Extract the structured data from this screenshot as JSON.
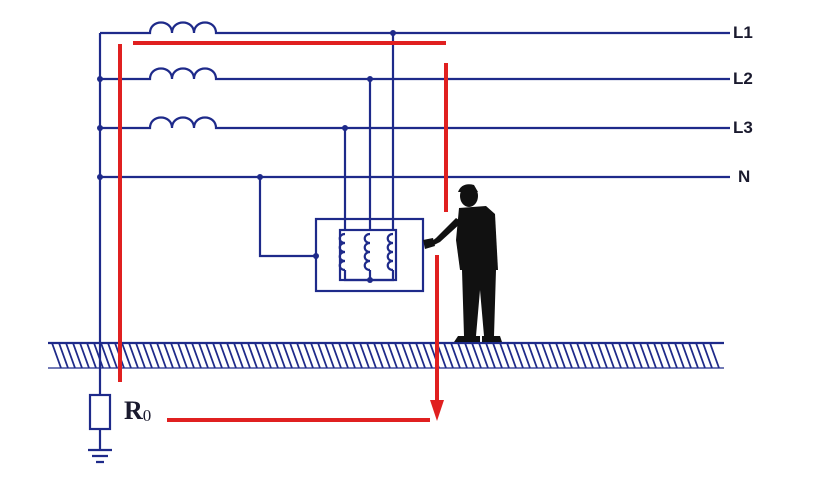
{
  "lines": {
    "l1": "L1",
    "l2": "L2",
    "l3": "L3",
    "n": "N"
  },
  "resistor": {
    "symbol": "R",
    "subscript": "0"
  },
  "colors": {
    "wire": "#1e2a8a",
    "fault_path": "#e02020",
    "ground_hatch": "#1e2a8a",
    "person": "#111111"
  }
}
